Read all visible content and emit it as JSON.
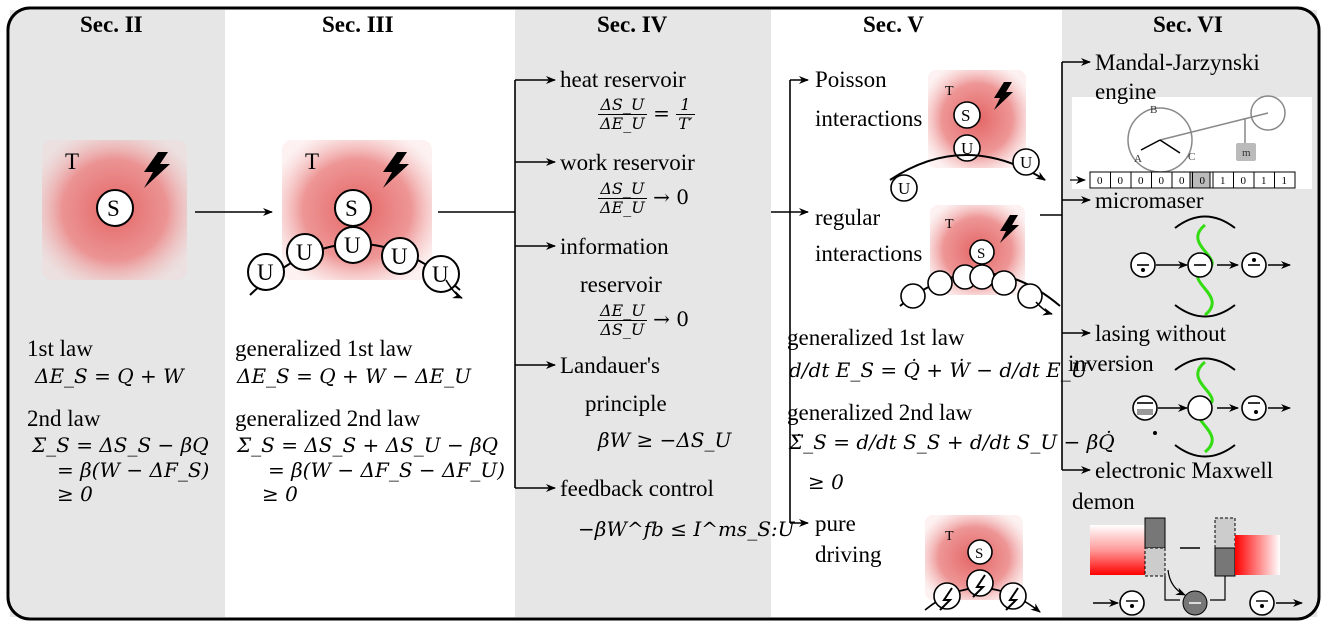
{
  "sections": {
    "s2": {
      "title": "Sec. II",
      "T": "T",
      "S": "S",
      "first_law": "1st law",
      "first_law_eq": "ΔE_S = Q + W",
      "second_law": "2nd law",
      "second_law_eq1": "Σ_S = ΔS_S − βQ",
      "second_law_eq2": "= β(W − ΔF_S)",
      "second_law_eq3": "≥ 0"
    },
    "s3": {
      "title": "Sec. III",
      "T": "T",
      "S": "S",
      "U": "U",
      "gen_first_law": "generalized 1st law",
      "gen_first_law_eq": "ΔE_S = Q + W − ΔE_U",
      "gen_second_law": "generalized 2nd law",
      "gen_second_law_eq1": "Σ_S = ΔS_S + ΔS_U − βQ",
      "gen_second_law_eq2": "= β(W − ΔF_S − ΔF_U)",
      "gen_second_law_eq3": "≥ 0"
    },
    "s4": {
      "title": "Sec. IV",
      "heat": "heat reservoir",
      "heat_eq_num": "ΔS_U",
      "heat_eq_den": "ΔE_U",
      "heat_eq_rhs_num": "1",
      "heat_eq_rhs_den": "T′",
      "work": "work reservoir",
      "work_eq_num": "ΔS_U",
      "work_eq_den": "ΔE_U",
      "work_eq_rhs": "→ 0",
      "info1": "information",
      "info2": "reservoir",
      "info_eq_num": "ΔE_U",
      "info_eq_den": "ΔS_U",
      "info_eq_rhs": "→ 0",
      "landauer1": "Landauer's",
      "landauer2": "principle",
      "landauer_eq": "βW ≥ −ΔS_U",
      "feedback": "feedback control",
      "feedback_eq": "−βW^fb ≤ I^ms_S:U"
    },
    "s5": {
      "title": "Sec. V",
      "poisson1": "Poisson",
      "poisson2": "interactions",
      "regular1": "regular",
      "regular2": "interactions",
      "gen_first_law": "generalized 1st law",
      "gen_first_law_eq": "d/dt E_S = Q̇ + Ẇ − d/dt E_U",
      "gen_second_law": "generalized 2nd law",
      "gen_second_law_eq1": "Σ̇_S = d/dt S_S + d/dt S_U − βQ̇",
      "gen_second_law_eq2": "≥ 0",
      "pure1": "pure",
      "pure2": "driving",
      "T": "T",
      "S": "S",
      "U": "U"
    },
    "s6": {
      "title": "Sec. VI",
      "mj1": "Mandal-Jarzynski",
      "mj2": "engine",
      "mj_tape": [
        "0",
        "0",
        "0",
        "0",
        "0",
        "0",
        "1",
        "0",
        "1",
        "1"
      ],
      "mj_labels": {
        "A": "A",
        "B": "B",
        "C": "C",
        "m": "m"
      },
      "micromaser": "micromaser",
      "lwi1": "lasing without",
      "lwi2": "inversion",
      "emd1": "electronic Maxwell",
      "emd2": "demon"
    }
  },
  "colors": {
    "panel_gray": "#e6e6e6",
    "reservoir_red": "#e46464",
    "laser_green": "#33dd11",
    "demon_red": "#ff0000",
    "tape_highlight": "#bbbbbb"
  }
}
